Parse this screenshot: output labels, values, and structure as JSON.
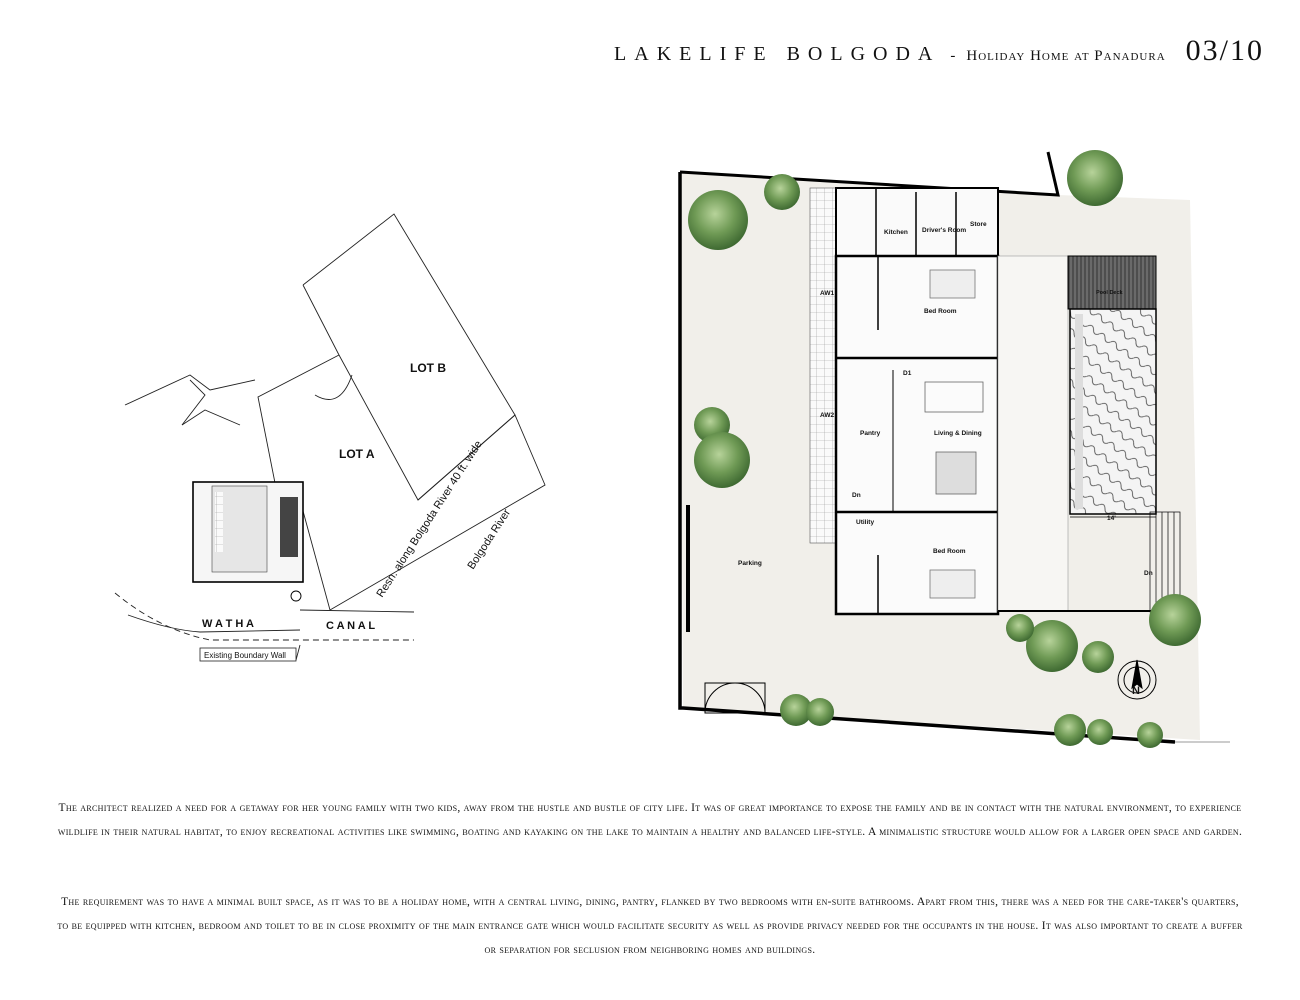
{
  "header": {
    "title": "LAKELIFE BOLGODA",
    "separator": "-",
    "subtitle": "Holiday Home at Panadura",
    "page": "03/10"
  },
  "site_plan": {
    "lot_b": "LOT B",
    "lot_a": "LOT A",
    "reservation": "Resn. along Bolgoda River 40 ft. wide",
    "river": "Bolgoda River",
    "canal_left": "W A T H A",
    "canal_right": "C A N A L",
    "boundary_wall": "Existing Boundary Wall"
  },
  "floor_plan": {
    "kitchen": "Kitchen",
    "drivers_room": "Driver's Room",
    "store": "Store",
    "bedroom_top": "Bed Room",
    "bedroom_bottom": "Bed Room",
    "living_dining": "Living & Dining",
    "pantry": "Pantry",
    "utility": "Utility",
    "parking": "Parking",
    "pool_deck": "Pool Deck",
    "d1": "D1",
    "aw1": "AW1",
    "aw2": "AW2",
    "dn_inner": "Dn",
    "dn_outer": "Dn",
    "pool_width": "14'",
    "compass": "N"
  },
  "paragraphs": [
    "The architect realized a need for a getaway for her young family with two kids, away from the hustle and bustle of city life. It was of great importance to expose the family and be in contact with the natural environment, to experience wildlife in their natural habitat, to enjoy recreational activities like swimming, boating and kayaking on the lake to maintain a healthy and balanced life-style. A minimalistic structure would allow for a larger open space and garden.",
    "The requirement was to have a minimal built space, as it was to be a holiday home, with a central living, dining, pantry, flanked by two bedrooms with en-suite bathrooms. Apart from this, there was a need for the care-taker's quarters, to be equipped with kitchen, bedroom and toilet to be in close proximity of the main entrance gate which would facilitate security as well as provide privacy needed for the occupants in the house. It was also important to create a buffer or separation for seclusion from neighboring homes and buildings."
  ]
}
